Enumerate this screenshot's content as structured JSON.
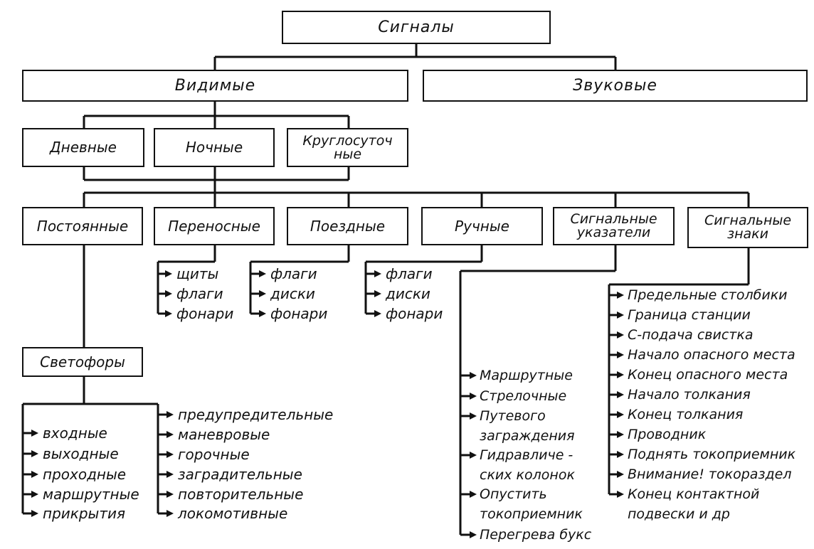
{
  "root": "Сигналы",
  "level1": {
    "visible": "Видимые",
    "sound": "Звуковые"
  },
  "level2": {
    "day": "Дневные",
    "night": "Ночные",
    "roundclock": "Круглосуточ ные"
  },
  "level3": {
    "permanent": "Постоянные",
    "portable": "Переносные",
    "train": "Поездные",
    "hand": "Ручные",
    "indicators": "Сигнальные указатели",
    "signs": "Сигнальные знаки"
  },
  "portable_items": [
    "щиты",
    "флаги",
    "фонари"
  ],
  "train_items": [
    "флаги",
    "диски",
    "фонари"
  ],
  "hand_items": [
    "флаги",
    "диски",
    "фонари"
  ],
  "traffic_lights": "Светофоры",
  "traffic_left": [
    "входные",
    "выходные",
    "проходные",
    "маршрутные",
    "прикрытия"
  ],
  "traffic_right": [
    "предупредительные",
    "маневровые",
    "горочные",
    "заградительные",
    "повторительные",
    "локомотивные"
  ],
  "indicator_items": [
    "Маршрутные",
    "Стрелочные",
    "Путевого",
    "заграждения",
    "Гидравличе -",
    "ских колонок",
    "Опустить",
    "токоприемник",
    "Перегрева букс"
  ],
  "sign_items": [
    "Предельные столбики",
    "Граница станции",
    "С-подача свистка",
    "Начало опасного места",
    "Конец опасного места",
    "Начало толкания",
    "Конец толкания",
    "Проводник",
    "Поднять токоприемник",
    "Внимание! токораздел",
    "Конец контактной",
    "подвески и др"
  ]
}
